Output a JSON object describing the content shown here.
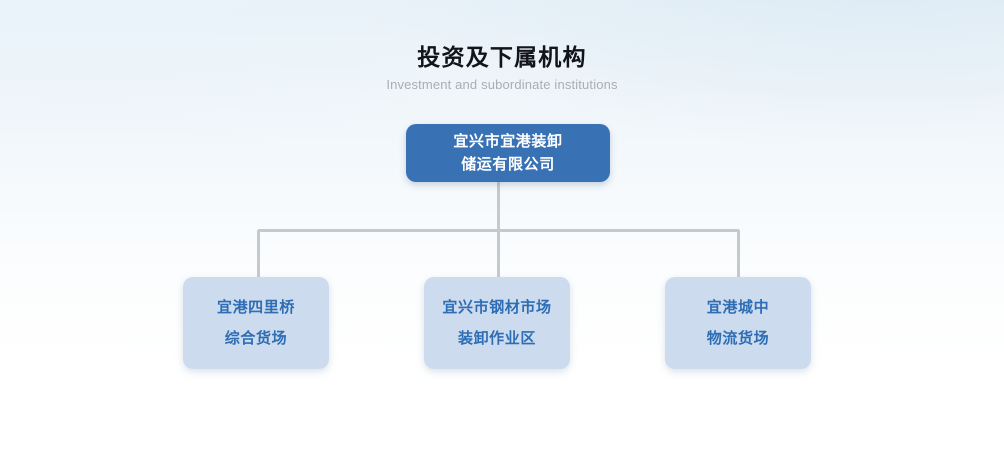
{
  "heading": {
    "title": "投资及下属机构",
    "subtitle": "Investment and subordinate institutions"
  },
  "colors": {
    "root_fill": "#3872b4",
    "root_text": "#ffffff",
    "child_fill": "#ccdcee",
    "child_text": "#2e6db4",
    "connector": "#c6c9cc",
    "title_text": "#111418",
    "subtitle_text": "#a9adb4",
    "background_top": "#e9f2f8",
    "background_bottom": "#ffffff"
  },
  "chart_data": {
    "type": "org-chart",
    "title": "投资及下属机构",
    "subtitle": "Investment and subordinate institutions",
    "root": {
      "id": "root",
      "lines": [
        "宜兴市宜港装卸",
        "储运有限公司"
      ],
      "text": "宜兴市宜港装卸储运有限公司"
    },
    "children": [
      {
        "id": "child-0",
        "lines": [
          "宜港四里桥",
          "综合货场"
        ],
        "text": "宜港四里桥综合货场"
      },
      {
        "id": "child-1",
        "lines": [
          "宜兴市钢材市场",
          "装卸作业区"
        ],
        "text": "宜兴市钢材市场装卸作业区"
      },
      {
        "id": "child-2",
        "lines": [
          "宜港城中",
          "物流货场"
        ],
        "text": "宜港城中物流货场"
      }
    ],
    "levels": 2,
    "node_count": 4,
    "orientation": "top-down"
  }
}
